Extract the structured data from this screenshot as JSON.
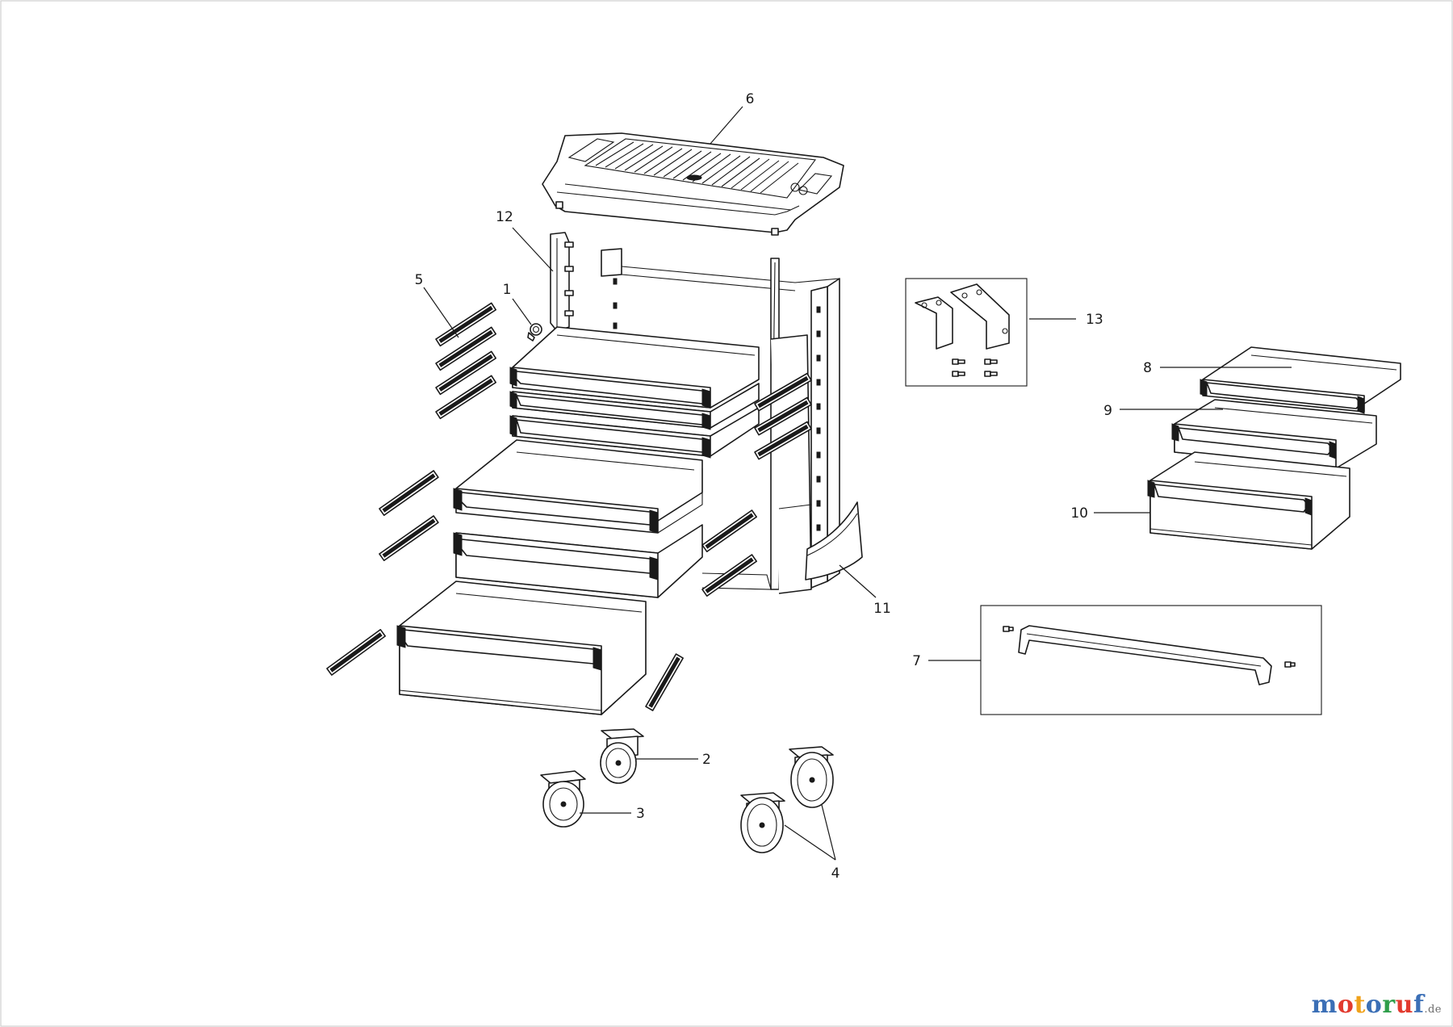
{
  "callouts": {
    "c1": "1",
    "c2": "2",
    "c3": "3",
    "c4": "4",
    "c5": "5",
    "c6": "6",
    "c7": "7",
    "c8": "8",
    "c9": "9",
    "c10": "10",
    "c11": "11",
    "c12": "12",
    "c13": "13"
  },
  "watermark": {
    "brand_letters": [
      {
        "ch": "m",
        "color": "#3b6fb6"
      },
      {
        "ch": "o",
        "color": "#e23a2e"
      },
      {
        "ch": "t",
        "color": "#f0a21b"
      },
      {
        "ch": "o",
        "color": "#3b6fb6"
      },
      {
        "ch": "r",
        "color": "#2e9e4a"
      },
      {
        "ch": "u",
        "color": "#e23a2e"
      },
      {
        "ch": "f",
        "color": "#3b6fb6"
      }
    ],
    "tld": ".de"
  }
}
